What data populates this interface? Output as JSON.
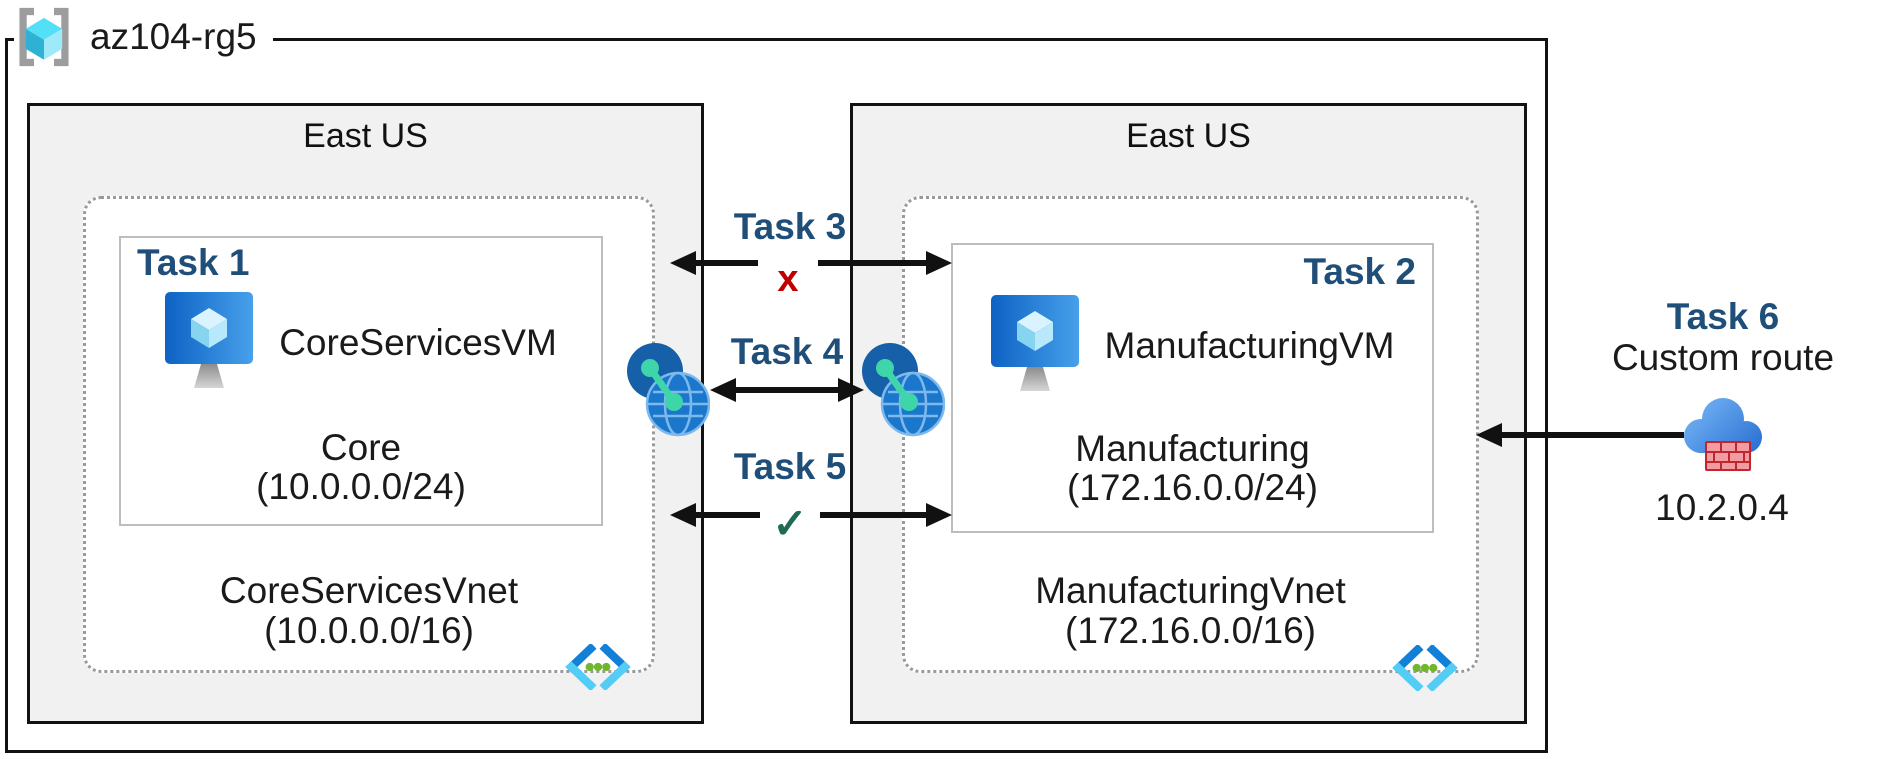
{
  "resource_group": {
    "name": "az104-rg5"
  },
  "regions": [
    {
      "name": "East US",
      "vnet": {
        "name": "CoreServicesVnet",
        "address_space": "(10.0.0.0/16)",
        "subnet": {
          "task_label": "Task 1",
          "vm_name": "CoreServicesVM",
          "name": "Core",
          "address_range": "(10.0.0.0/24)"
        }
      }
    },
    {
      "name": "East US",
      "vnet": {
        "name": "ManufacturingVnet",
        "address_space": "(172.16.0.0/16)",
        "subnet": {
          "task_label": "Task 2",
          "vm_name": "ManufacturingVM",
          "name": "Manufacturing",
          "address_range": "(172.16.0.0/24)"
        }
      }
    }
  ],
  "connections": {
    "task3": {
      "label": "Task 3",
      "status_mark": "x"
    },
    "task4": {
      "label": "Task 4"
    },
    "task5": {
      "label": "Task 5",
      "status_mark": "✓"
    },
    "task6": {
      "label": "Task 6",
      "description": "Custom route",
      "ip_address": "10.2.0.4"
    }
  },
  "colors": {
    "task_label": "#1F4E79",
    "blocked_mark": "#C00000",
    "allowed_mark": "#1D6B55",
    "region_fill": "#F1F1F1",
    "border": "#121212"
  }
}
